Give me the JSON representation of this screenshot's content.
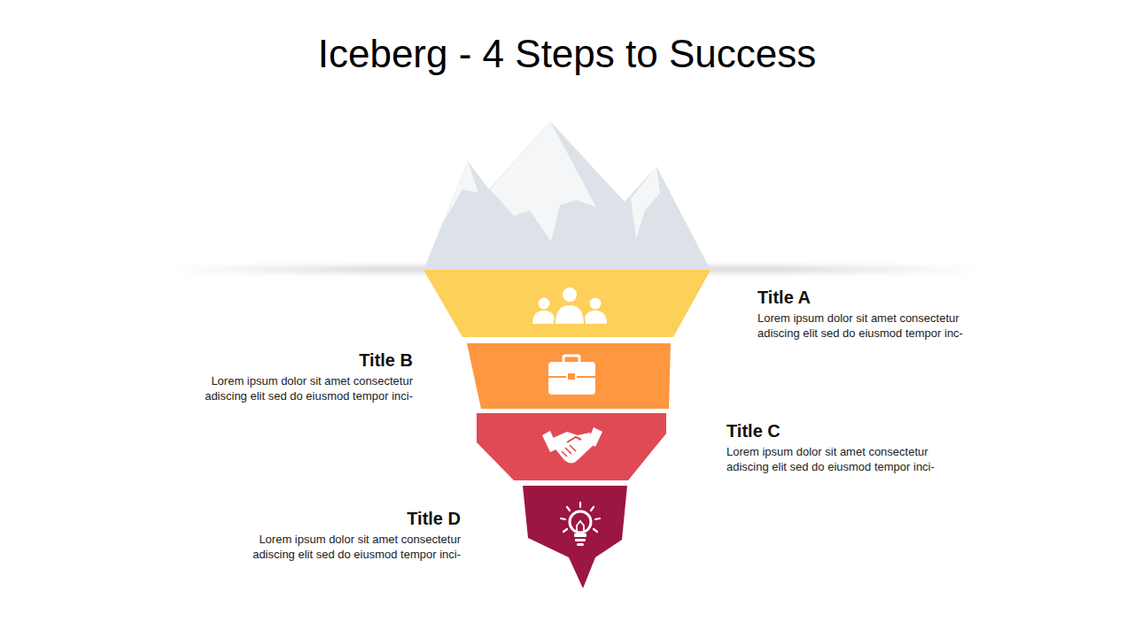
{
  "diagram": {
    "title": "Iceberg - 4 Steps to Success",
    "nodes": [
      {
        "text": [
          "Title A",
          "Lorem ipsum dolor sit amet consectetur adiscing elit sed do eiusmod tempor inc-"
        ]
      },
      {
        "text": [
          "Title B",
          "Lorem ipsum dolor sit amet consectetur adiscing elit sed do eiusmod tempor inci-"
        ]
      },
      {
        "text": [
          "Title C",
          "Lorem ipsum dolor sit amet consectetur adiscing elit sed do eiusmod tempor inci-"
        ]
      },
      {
        "text": [
          "Title D",
          "Lorem ipsum dolor sit amet consectetur adiscing elit sed do eiusmod tempor inci-"
        ]
      }
    ]
  }
}
